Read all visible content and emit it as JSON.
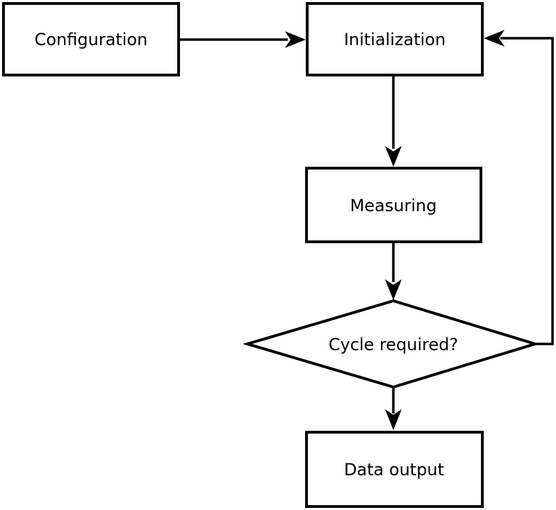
{
  "diagram": {
    "type": "flowchart",
    "background_color": "#ffffff",
    "line_color": "#000000",
    "fill_color": "#ffffff",
    "nodes": [
      {
        "id": "configuration",
        "shape": "rectangle",
        "label": "Configuration"
      },
      {
        "id": "initialization",
        "shape": "rectangle",
        "label": "Initialization"
      },
      {
        "id": "measuring",
        "shape": "rectangle",
        "label": "Measuring"
      },
      {
        "id": "cycle-required",
        "shape": "diamond",
        "label": "Cycle required?"
      },
      {
        "id": "data-output",
        "shape": "rectangle",
        "label": "Data output"
      }
    ],
    "edges": [
      {
        "from": "configuration",
        "to": "initialization",
        "style": "arrow"
      },
      {
        "from": "initialization",
        "to": "measuring",
        "style": "arrow"
      },
      {
        "from": "measuring",
        "to": "cycle-required",
        "style": "arrow"
      },
      {
        "from": "cycle-required",
        "to": "data-output",
        "style": "arrow"
      },
      {
        "from": "cycle-required",
        "to": "initialization",
        "style": "arrow",
        "kind": "feedback-loop"
      }
    ]
  }
}
